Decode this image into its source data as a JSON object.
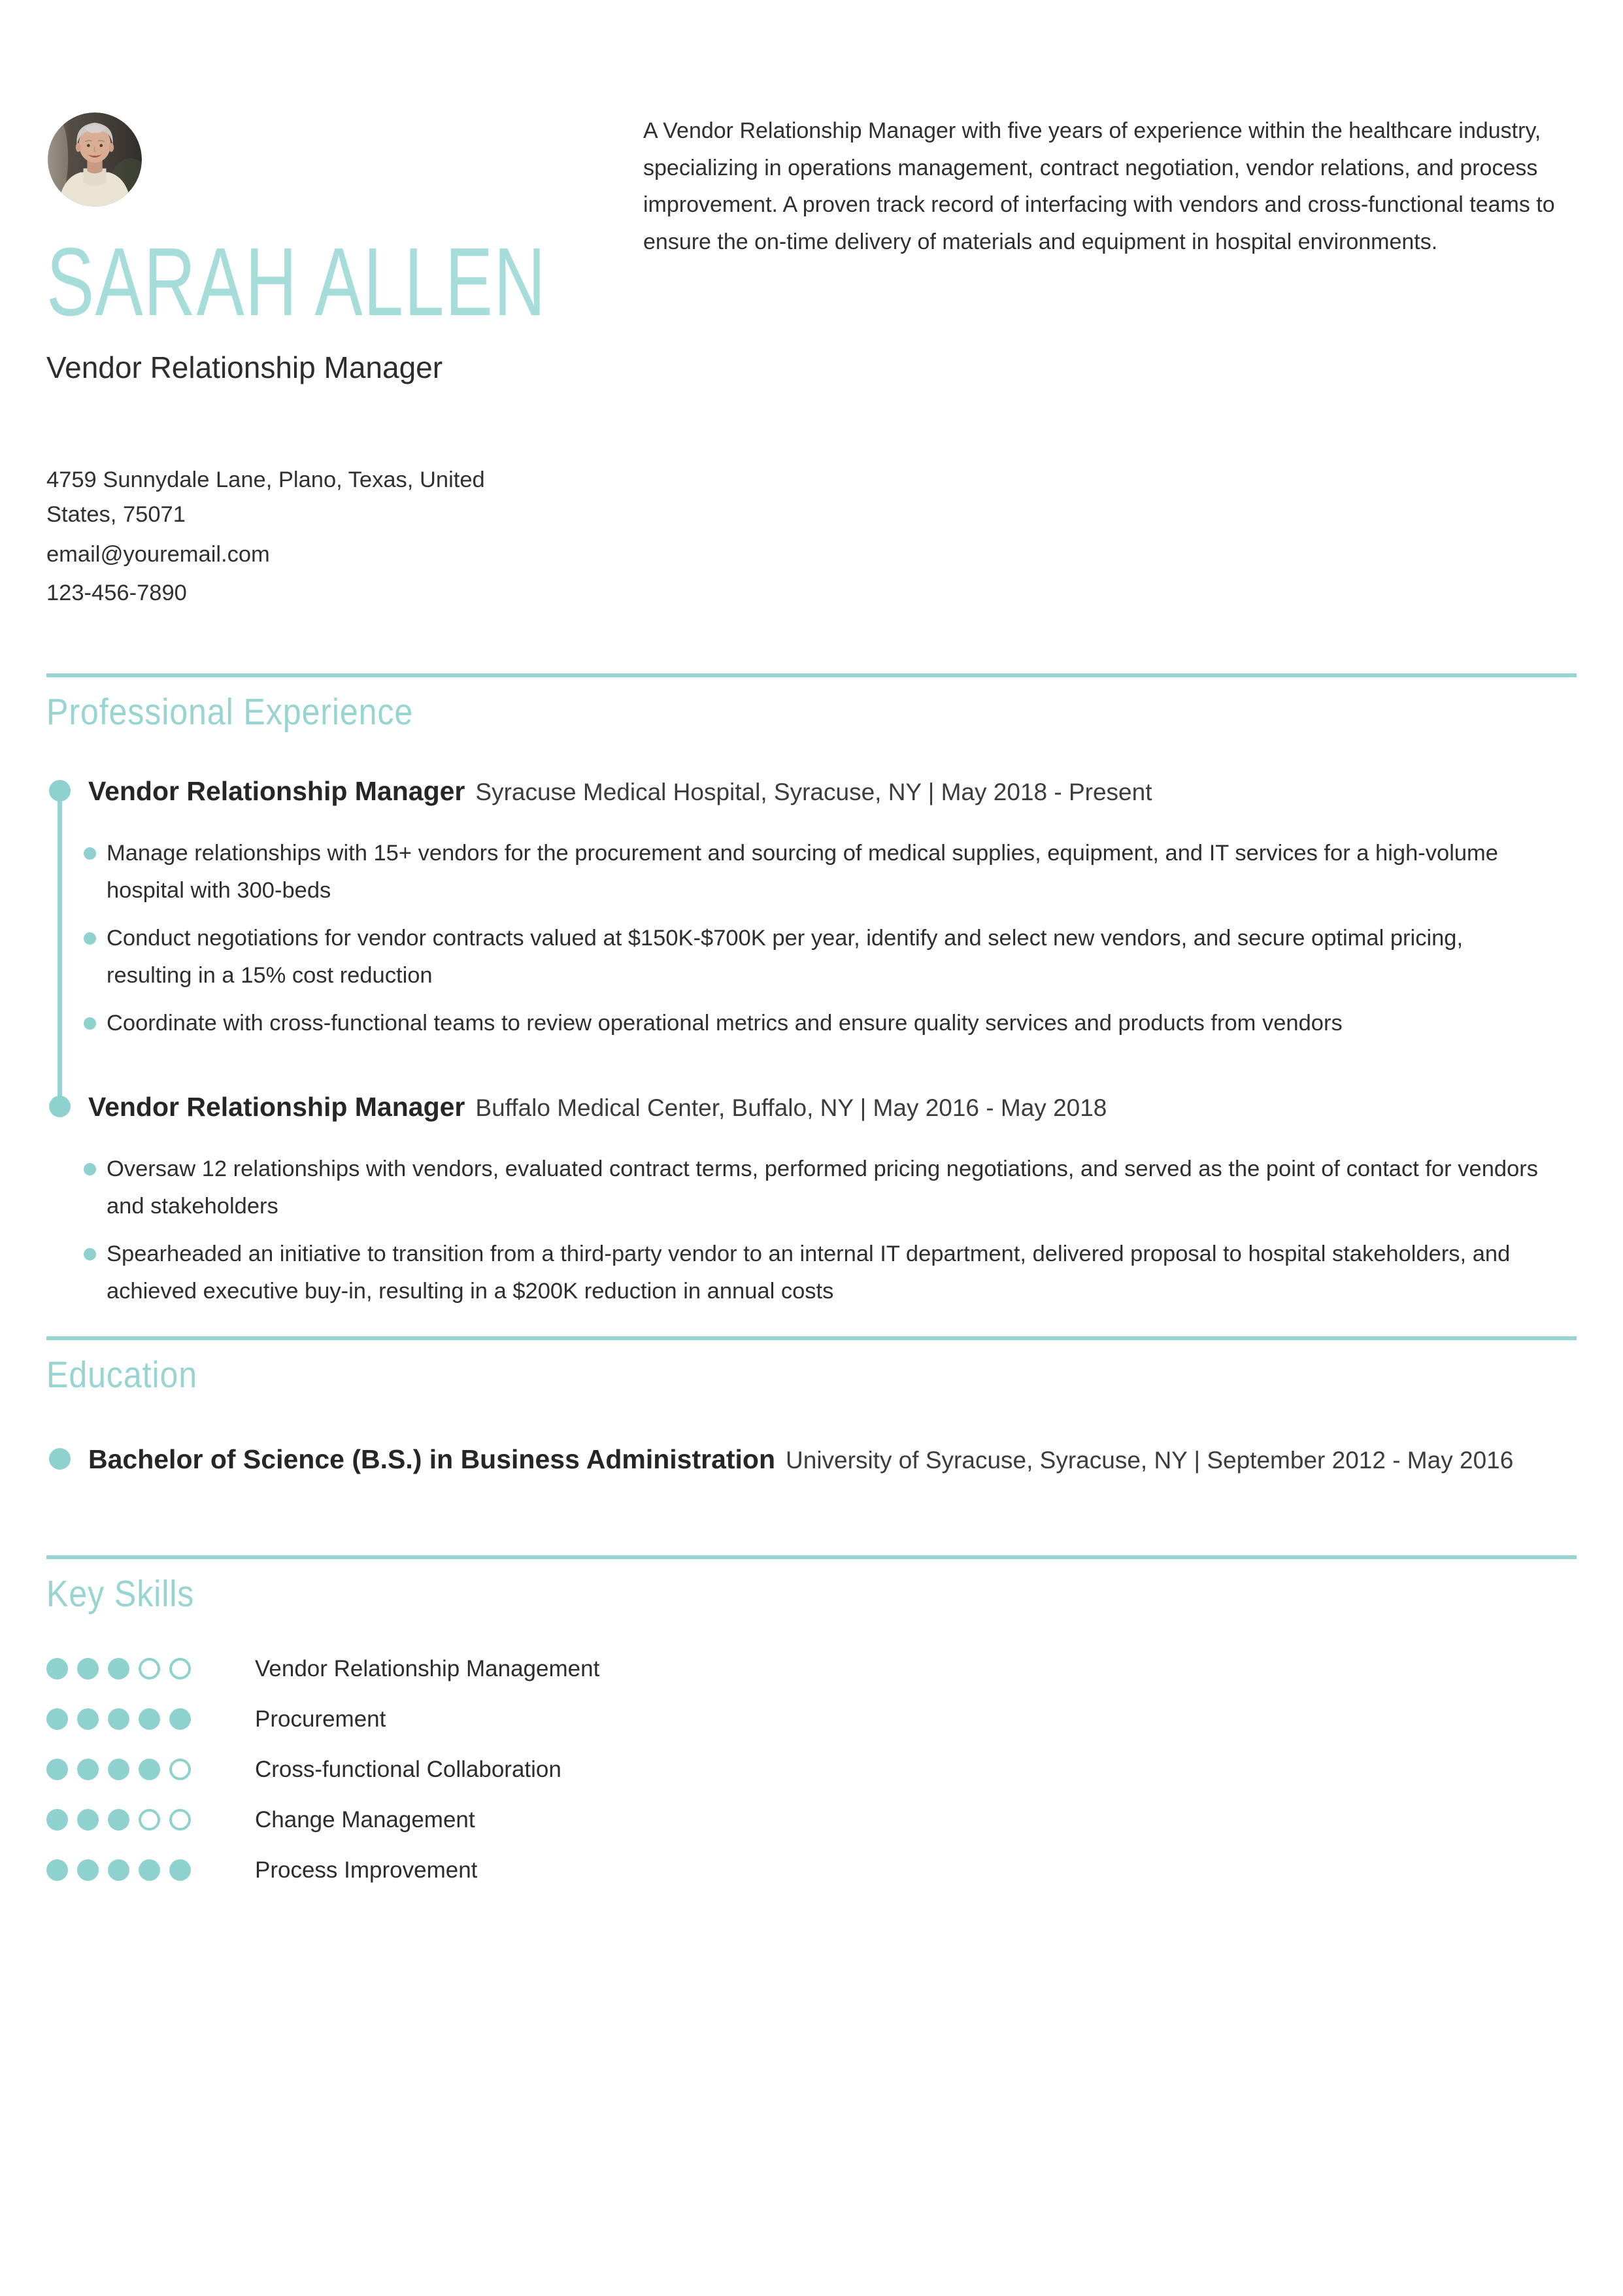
{
  "colors": {
    "accent": "#98d4d1",
    "accent_light": "#a6dcd9",
    "dot": "#8ed1ce",
    "rule": "#98d4d1",
    "text": "#2e2e2e",
    "meta_text": "#3c3c3c"
  },
  "header": {
    "name": "SARAH ALLEN",
    "role": "Vendor Relationship Manager",
    "photo_alt": "circular portrait photo of a smiling woman with short gray hair wearing a cream turtleneck",
    "contact": {
      "address": "4759 Sunnydale Lane, Plano, Texas, United States, 75071",
      "email": "email@youremail.com",
      "phone": "123-456-7890"
    },
    "summary": "A Vendor Relationship Manager with five years of experience within the healthcare industry, specializing in operations management, contract negotiation, vendor relations, and process improvement. A proven track record of interfacing with vendors and cross-functional teams to ensure the on-time delivery of materials and equipment in hospital environments."
  },
  "experience": {
    "heading": "Professional Experience",
    "jobs": [
      {
        "title": "Vendor Relationship Manager",
        "meta": "Syracuse Medical Hospital, Syracuse, NY | May 2018 - Present",
        "bullets": [
          "Manage relationships with 15+ vendors for the procurement and sourcing of medical supplies, equipment, and IT services for a high-volume hospital with 300-beds",
          "Conduct negotiations for vendor contracts valued at $150K-$700K per year, identify and select new vendors, and secure optimal pricing, resulting in a 15% cost reduction",
          "Coordinate with cross-functional teams to review operational metrics and ensure quality services and products from vendors"
        ]
      },
      {
        "title": "Vendor Relationship Manager",
        "meta": "Buffalo Medical Center, Buffalo, NY | May 2016 - May 2018",
        "bullets": [
          "Oversaw 12 relationships with vendors, evaluated contract terms, performed pricing negotiations, and served as the point of contact for vendors and stakeholders",
          "Spearheaded an initiative to transition from a third-party vendor to an internal IT department, delivered proposal to hospital stakeholders, and achieved executive buy-in, resulting in a $200K reduction in annual costs"
        ]
      }
    ]
  },
  "education": {
    "heading": "Education",
    "degree": "Bachelor of Science (B.S.) in Business Administration",
    "meta": "University of Syracuse, Syracuse, NY | September 2012 - May 2016"
  },
  "skills": {
    "heading": "Key Skills",
    "max_rating": 5,
    "items": [
      {
        "label": "Vendor Relationship Management",
        "rating": 3
      },
      {
        "label": "Procurement",
        "rating": 5
      },
      {
        "label": "Cross-functional Collaboration",
        "rating": 4
      },
      {
        "label": "Change Management",
        "rating": 3
      },
      {
        "label": "Process Improvement",
        "rating": 5
      }
    ]
  }
}
